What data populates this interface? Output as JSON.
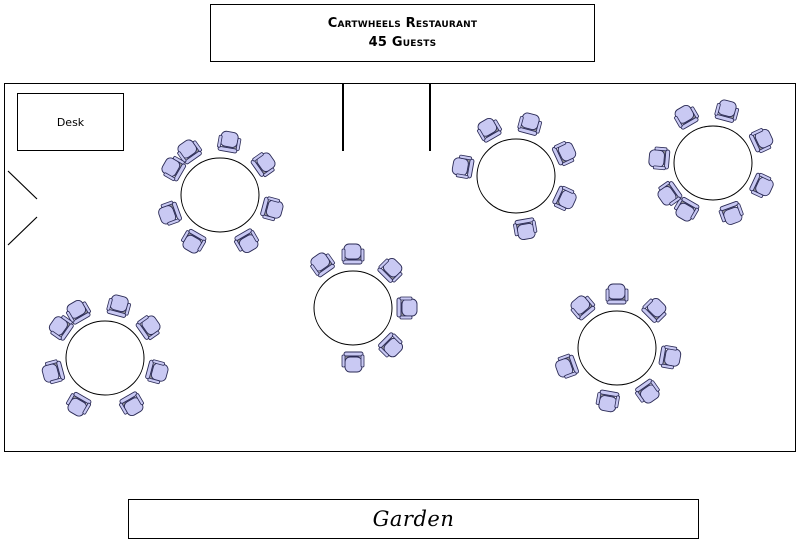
{
  "header": {
    "restaurant": "Cartwheels Restaurant",
    "guests": "45 Guests"
  },
  "desk": {
    "label": "Desk"
  },
  "garden": {
    "label": "Garden"
  },
  "colors": {
    "chair_fill": "#c9c9f3",
    "chair_stroke": "#2a2a55",
    "chair_shadow": "#9a9a9a",
    "line": "#000000"
  },
  "tables": [
    {
      "id": "table-1",
      "seats": 8
    },
    {
      "id": "table-2",
      "seats": 8
    },
    {
      "id": "table-3",
      "seats": 6
    },
    {
      "id": "table-4",
      "seats": 8
    },
    {
      "id": "table-5",
      "seats": 8
    },
    {
      "id": "table-6",
      "seats": 7
    }
  ]
}
